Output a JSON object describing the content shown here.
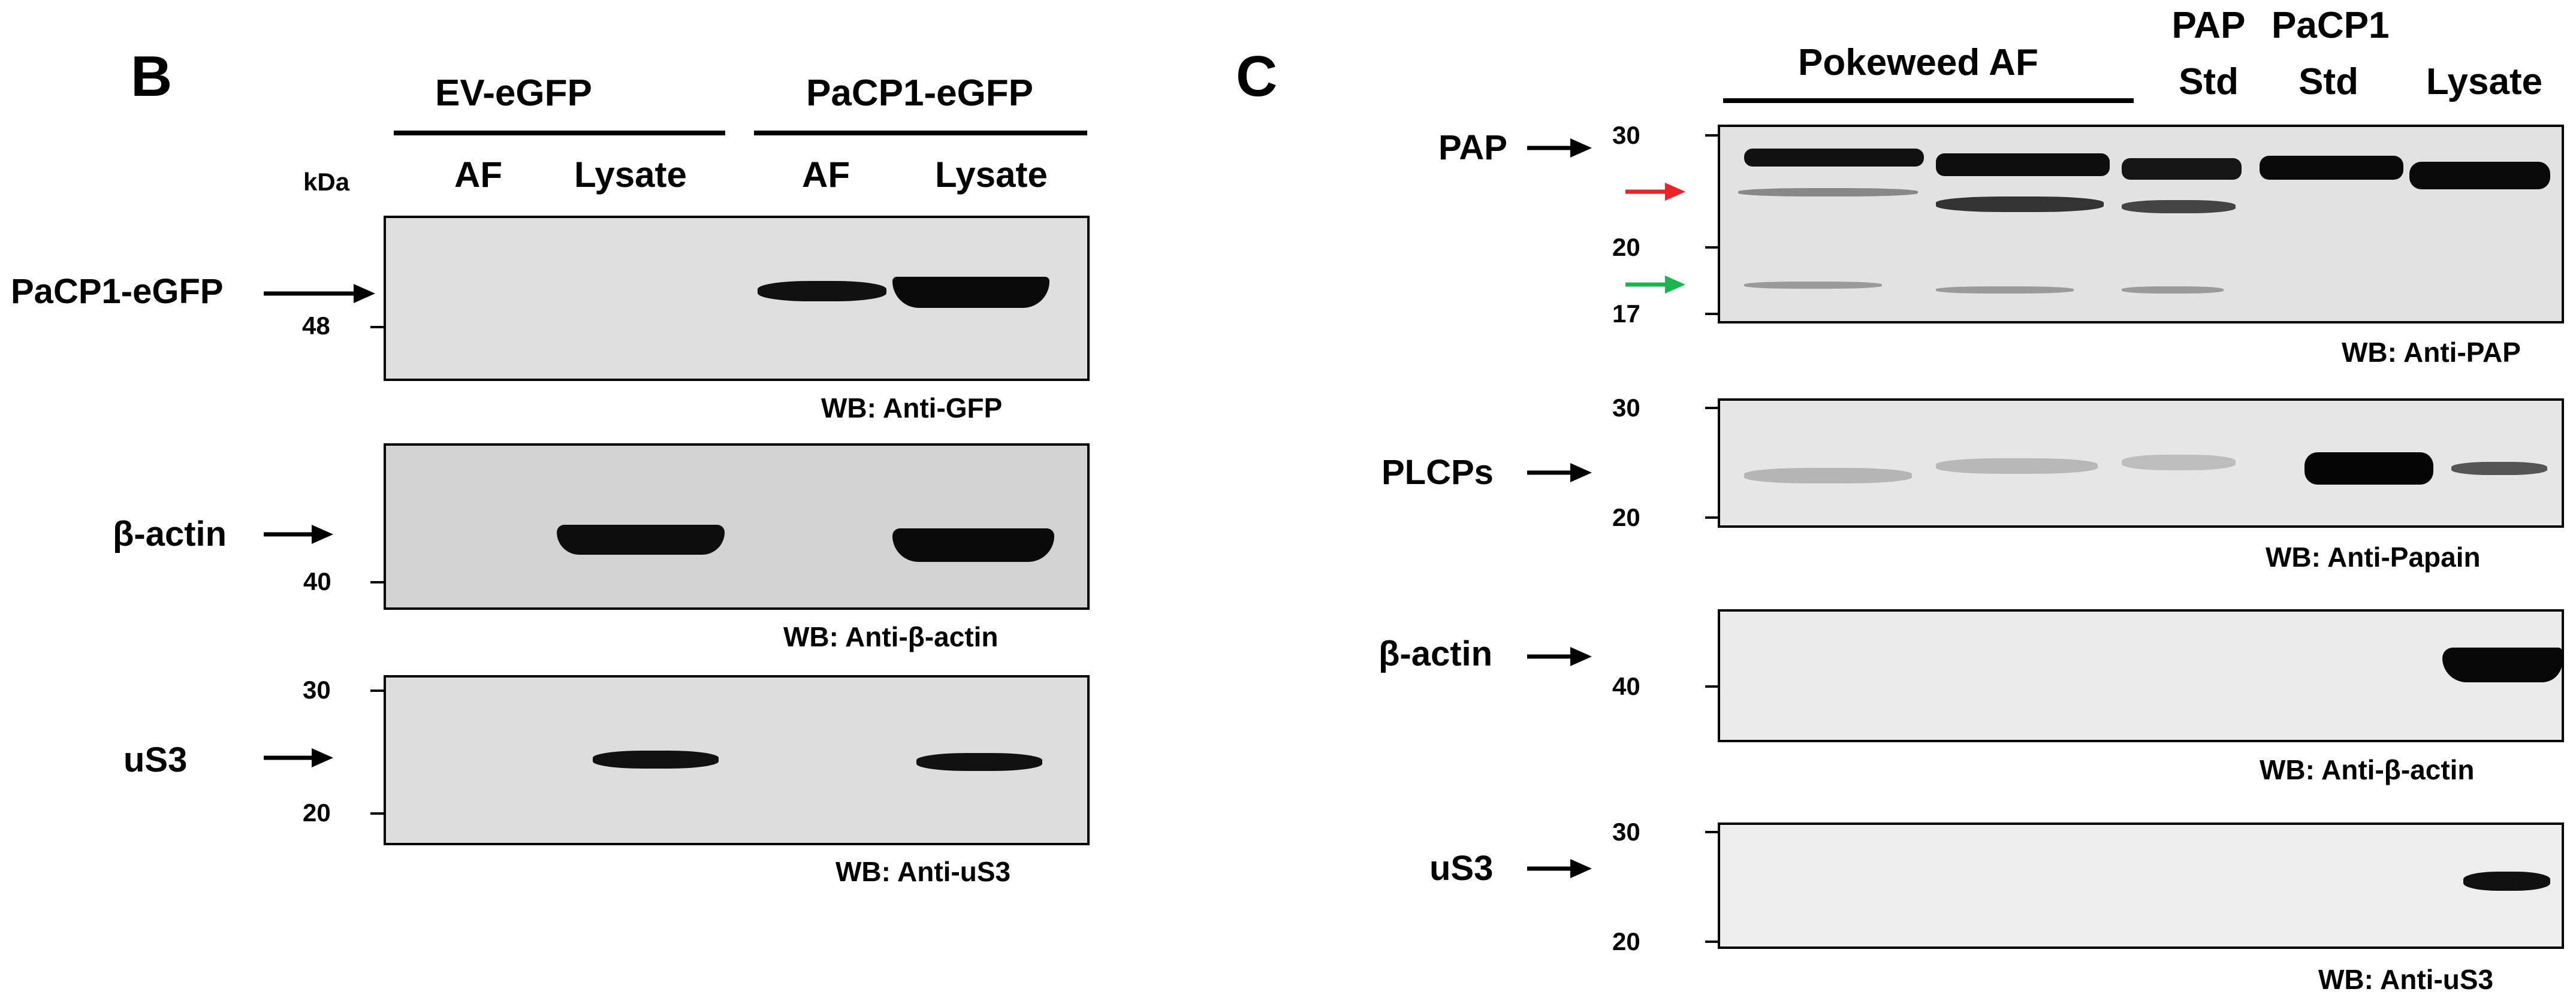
{
  "panelB": {
    "letter": "B",
    "groups": [
      "EV-eGFP",
      "PaCP1-eGFP"
    ],
    "lanes": [
      "AF",
      "Lysate",
      "AF",
      "Lysate"
    ],
    "kda": "kDa",
    "blots": [
      {
        "label": "PaCP1-eGFP",
        "markers": [
          "48"
        ],
        "wb": "WB: Anti-GFP"
      },
      {
        "label": "β-actin",
        "markers": [
          "40"
        ],
        "wb": "WB: Anti-β-actin"
      },
      {
        "label": "uS3",
        "markers": [
          "30",
          "20"
        ],
        "wb": "WB: Anti-uS3"
      }
    ]
  },
  "panelC": {
    "letter": "C",
    "group": "Pokeweed AF",
    "lanes": [
      {
        "line1": "PAP",
        "line2": "Std"
      },
      {
        "line1": "PaCP1",
        "line2": "Std"
      },
      {
        "line1": "",
        "line2": "Lysate"
      }
    ],
    "blots": [
      {
        "label": "PAP",
        "markers": [
          "30",
          "20",
          "17"
        ],
        "wb": "WB: Anti-PAP"
      },
      {
        "label": "PLCPs",
        "markers": [
          "30",
          "20"
        ],
        "wb": "WB: Anti-Papain"
      },
      {
        "label": "β-actin",
        "markers": [
          "40"
        ],
        "wb": "WB: Anti-β-actin"
      },
      {
        "label": "uS3",
        "markers": [
          "30",
          "20"
        ],
        "wb": "WB: Anti-uS3"
      }
    ],
    "arrow_colors": {
      "red": "#e8232a",
      "green": "#1db34f"
    }
  }
}
